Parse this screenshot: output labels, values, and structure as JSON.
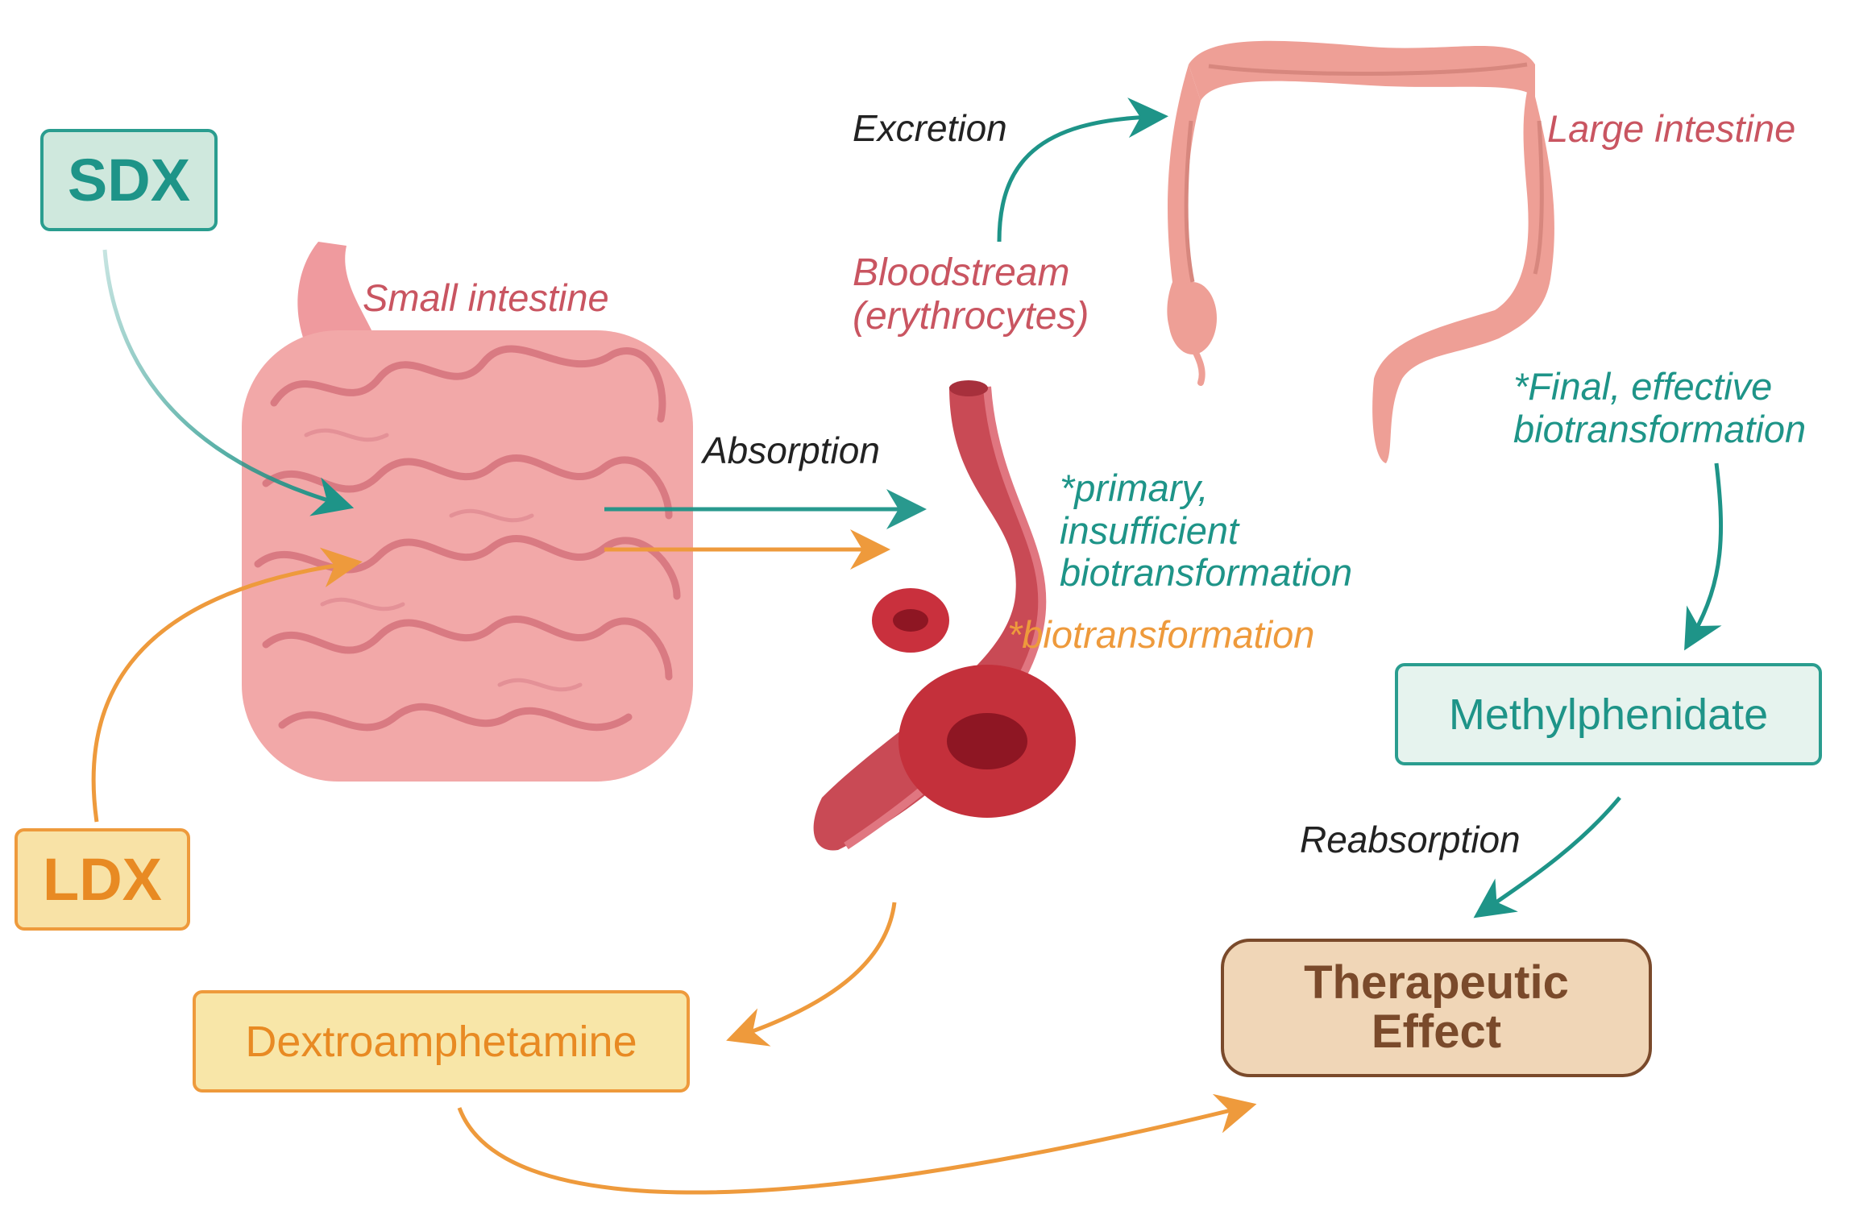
{
  "boxes": {
    "sdx": "SDX",
    "ldx": "LDX",
    "dextroamphetamine": "Dextroamphetamine",
    "methylphenidate": "Methylphenidate",
    "therapeutic_line1": "Therapeutic",
    "therapeutic_line2": "Effect"
  },
  "organs": {
    "small_intestine": "Small intestine",
    "large_intestine": "Large intestine",
    "bloodstream_line1": "Bloodstream",
    "bloodstream_line2": "(erythrocytes)"
  },
  "processes": {
    "excretion": "Excretion",
    "absorption": "Absorption",
    "reabsorption": "Reabsorption"
  },
  "notes": {
    "primary_line1": "*primary,",
    "primary_line2": "insufficient",
    "primary_line3": "biotransformation",
    "biotransformation": "*biotransformation",
    "final_line1": "*Final, effective",
    "final_line2": "biotransformation"
  },
  "colors": {
    "teal": "#1e9488",
    "orange": "#ee9a3c",
    "organ_label": "#c95561",
    "brown": "#7a4a2b"
  }
}
